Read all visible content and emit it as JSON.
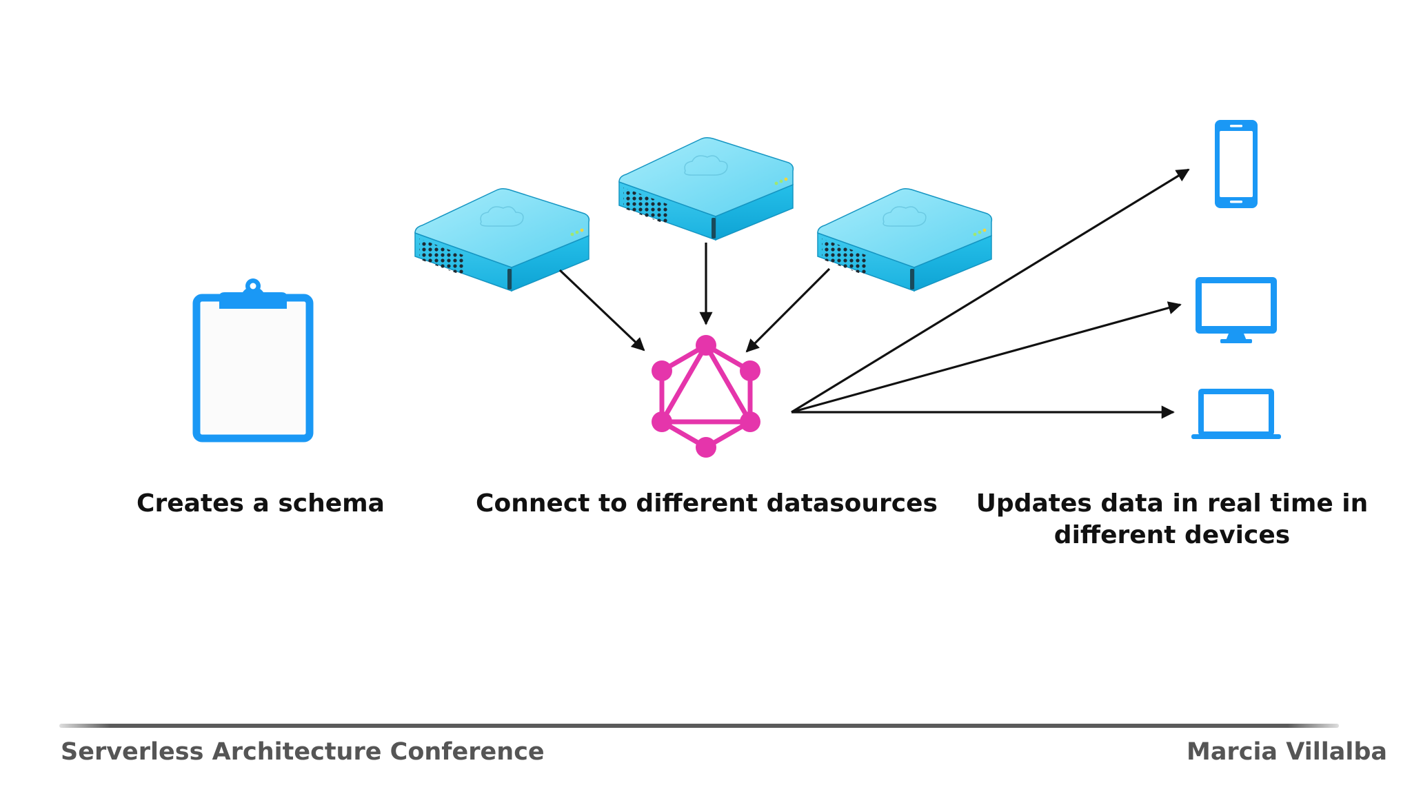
{
  "captions": {
    "schema": "Creates a schema",
    "datasources": "Connect to different datasources",
    "devices_line1": "Updates data in real time in",
    "devices_line2": "different devices"
  },
  "footer": {
    "left": "Serverless Architecture Conference",
    "right": "Marcia Villalba"
  },
  "icons": {
    "schema": "clipboard-icon",
    "datasources": [
      "server-icon",
      "server-icon",
      "server-icon"
    ],
    "hub": "graphql-icon",
    "devices": [
      "smartphone-icon",
      "desktop-monitor-icon",
      "laptop-icon"
    ]
  },
  "colors": {
    "icon_blue": "#1a98f5",
    "server_top": "#7ddcf2",
    "server_side": "#29c3ec",
    "graphql_pink": "#e535ab",
    "arrow": "#111111",
    "caption_text": "#111111",
    "footer_text": "#555555"
  }
}
